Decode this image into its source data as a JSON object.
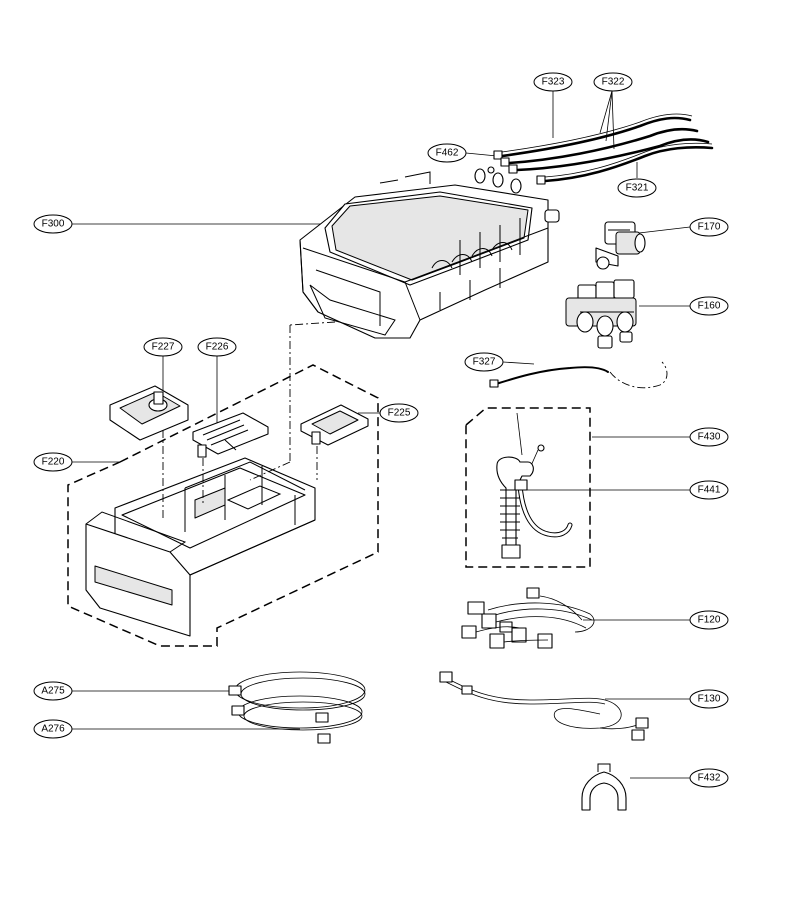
{
  "labels": {
    "F323": "F323",
    "F322": "F322",
    "F462": "F462",
    "F321": "F321",
    "F300": "F300",
    "F170": "F170",
    "F160": "F160",
    "F327": "F327",
    "F227": "F227",
    "F226": "F226",
    "F225": "F225",
    "F430": "F430",
    "F220": "F220",
    "F441": "F441",
    "F120": "F120",
    "F130": "F130",
    "A275": "A275",
    "A276": "A276",
    "F432": "F432"
  }
}
